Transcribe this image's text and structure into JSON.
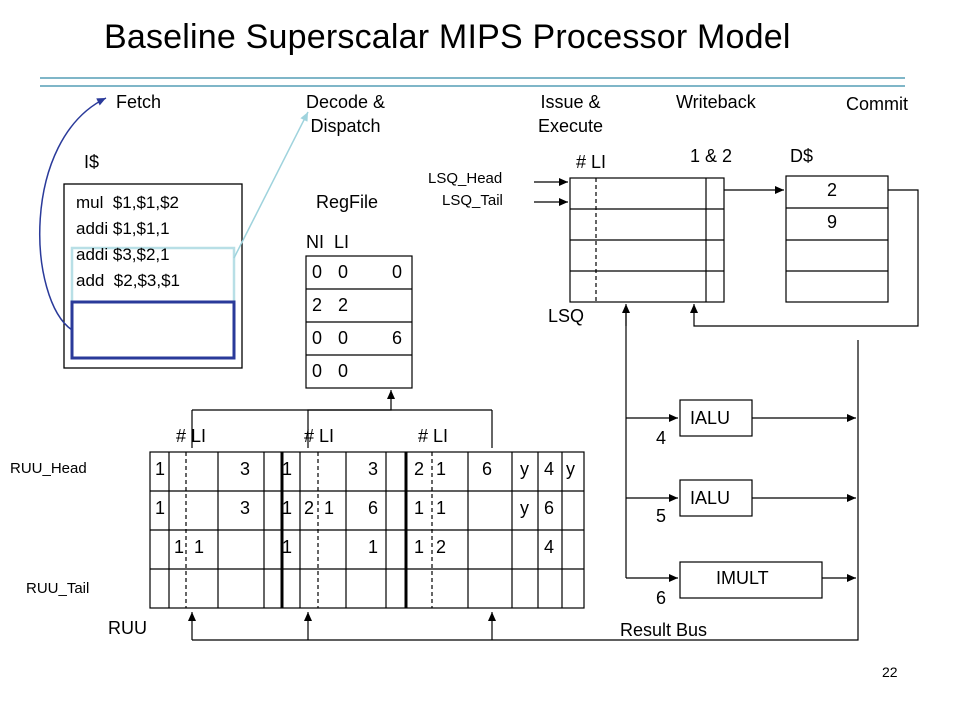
{
  "title": "Baseline Superscalar MIPS Processor Model",
  "stages": {
    "fetch": "Fetch",
    "decode_1": "Decode &",
    "decode_2": "Dispatch",
    "issue_1": "Issue &",
    "issue_2": "Execute",
    "writeback": "Writeback",
    "commit": "Commit"
  },
  "icache": {
    "label": "I$",
    "instructions": [
      "mul  $1,$1,$2",
      "addi $1,$1,1",
      "addi $3,$2,1",
      "add  $2,$3,$1"
    ]
  },
  "regfile": {
    "label": "RegFile",
    "header": "NI  LI",
    "rows": [
      [
        "0",
        "0",
        "0"
      ],
      [
        "2",
        "2",
        ""
      ],
      [
        "0",
        "0",
        "6"
      ],
      [
        "0",
        "0",
        ""
      ]
    ]
  },
  "lsq": {
    "label": "LSQ",
    "li_header": "# LI",
    "head_label": "LSQ_Head",
    "tail_label": "LSQ_Tail",
    "wb_label": "1 & 2"
  },
  "dcache": {
    "label": "D$",
    "values": [
      "2",
      "9"
    ]
  },
  "rob": {
    "label": "RUU",
    "head_label": "RUU_Head",
    "tail_label": "RUU_Tail",
    "li_headers": [
      "# LI",
      "# LI",
      "# LI"
    ],
    "row1": [
      "1",
      "3",
      "1",
      "3",
      "2",
      "1",
      "6",
      "y",
      "4",
      "y"
    ],
    "row2": [
      "1",
      "3",
      "1",
      "2",
      "1",
      "6",
      "1",
      "1",
      "y",
      "6"
    ],
    "row3": [
      "1",
      "1",
      "1",
      "1",
      "1",
      "2",
      "4"
    ]
  },
  "units": [
    {
      "name": "IALU",
      "latency": "4"
    },
    {
      "name": "IALU",
      "latency": "5"
    },
    {
      "name": "IMULT",
      "latency": "6"
    }
  ],
  "result_bus": "Result Bus",
  "page_number": "22",
  "colors": {
    "highlight_blue": "#2a3a9a",
    "highlight_light": "#b8dfe6"
  }
}
